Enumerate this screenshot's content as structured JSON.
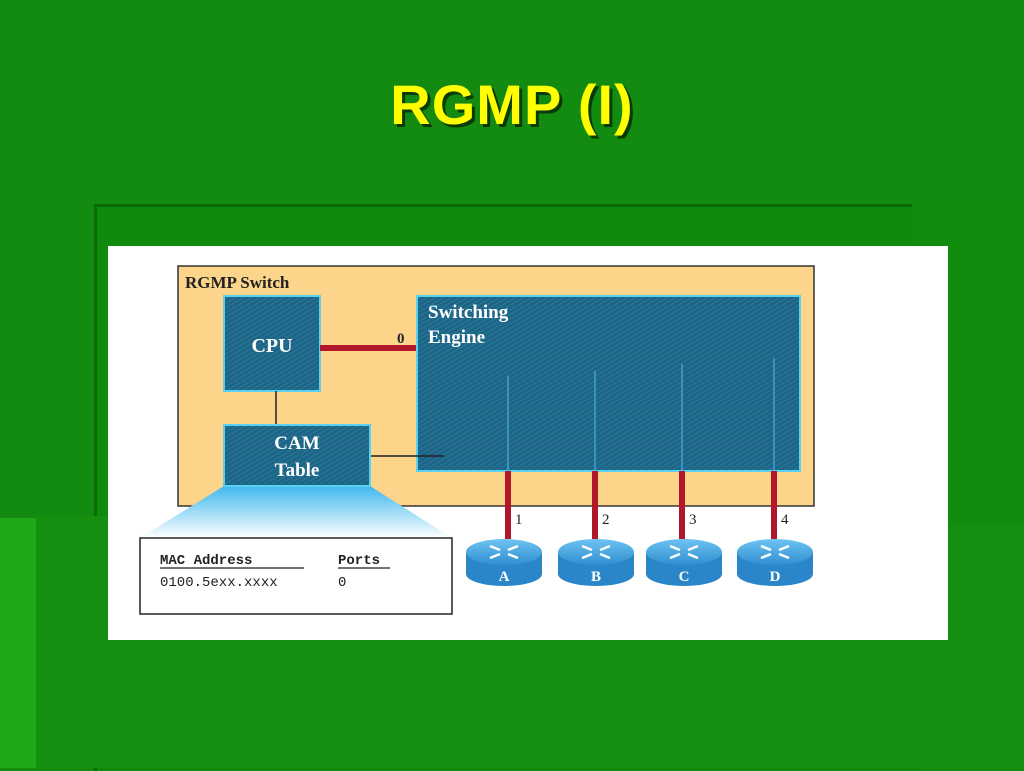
{
  "slide": {
    "title": "RGMP (I)"
  },
  "diagram": {
    "switch_label": "RGMP Switch",
    "cpu_label": "CPU",
    "engine_label_line1": "Switching",
    "engine_label_line2": "Engine",
    "cam_label_line1": "CAM",
    "cam_label_line2": "Table",
    "cpu_port": "0",
    "ports": [
      "1",
      "2",
      "3",
      "4"
    ],
    "routers": [
      "A",
      "B",
      "C",
      "D"
    ],
    "cam_table": {
      "headers": [
        "MAC Address",
        "Ports"
      ],
      "rows": [
        [
          "0100.5exx.xxxx",
          "0"
        ]
      ]
    },
    "colors": {
      "switch_fill": "#fcd48a",
      "engine_fill": "#1f5f7c",
      "link_color": "#b2162a",
      "router_color": "#3a9ad8"
    }
  }
}
